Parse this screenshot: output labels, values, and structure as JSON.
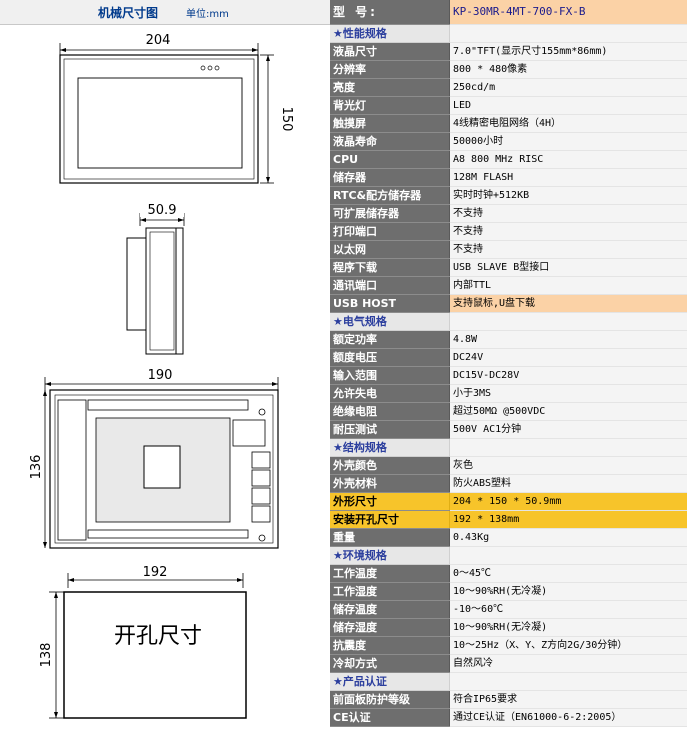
{
  "drawing": {
    "title": "机械尺寸图",
    "unit": "单位:mm",
    "front_width": "204",
    "front_height": "150",
    "side_depth": "50.9",
    "back_width": "190",
    "back_height": "136",
    "cutout_width": "192",
    "cutout_height": "138",
    "cutout_label": "开孔尺寸"
  },
  "specs": [
    {
      "type": "model",
      "label": "型  号:",
      "value": "KP-30MR-4MT-700-FX-B"
    },
    {
      "type": "section",
      "label": "性能规格"
    },
    {
      "label": "液晶尺寸",
      "value": "7.0\"TFT(显示尺寸155mm*86mm)"
    },
    {
      "label": "分辨率",
      "value": "800 * 480像素"
    },
    {
      "label": "亮度",
      "value": "250cd/m"
    },
    {
      "label": "背光灯",
      "value": "LED"
    },
    {
      "label": "触摸屏",
      "value": "4线精密电阻网络（4H）"
    },
    {
      "label": "液晶寿命",
      "value": "50000小时"
    },
    {
      "label": "CPU",
      "value": "A8 800 MHz RISC"
    },
    {
      "label": "储存器",
      "value": "128M FLASH"
    },
    {
      "label": "RTC&配方储存器",
      "value": "实时时钟+512KB"
    },
    {
      "label": "可扩展储存器",
      "value": "不支持"
    },
    {
      "label": "打印端口",
      "value": "不支持"
    },
    {
      "label": "以太网",
      "value": "不支持"
    },
    {
      "label": "程序下载",
      "value": "USB SLAVE B型接口"
    },
    {
      "label": "通讯端口",
      "value": "内部TTL"
    },
    {
      "type": "hl-orange",
      "label": "USB HOST",
      "value": "支持鼠标,U盘下载"
    },
    {
      "type": "section",
      "label": "电气规格"
    },
    {
      "label": "额定功率",
      "value": "4.8W"
    },
    {
      "label": "额度电压",
      "value": "DC24V"
    },
    {
      "label": "输入范围",
      "value": "DC15V-DC28V"
    },
    {
      "label": "允许失电",
      "value": "小于3MS"
    },
    {
      "label": "绝缘电阻",
      "value": "超过50MΩ @500VDC"
    },
    {
      "label": "耐压测试",
      "value": "500V AC1分钟"
    },
    {
      "type": "section",
      "label": "结构规格"
    },
    {
      "label": "外壳颜色",
      "value": "灰色"
    },
    {
      "label": "外壳材料",
      "value": "防火ABS塑料"
    },
    {
      "type": "hl-yellow",
      "label": "外形尺寸",
      "value": "204 * 150 * 50.9mm"
    },
    {
      "type": "hl-yellow",
      "label": "安装开孔尺寸",
      "value": "192 * 138mm"
    },
    {
      "label": "重量",
      "value": "0.43Kg"
    },
    {
      "type": "section",
      "label": "环境规格"
    },
    {
      "label": "工作温度",
      "value": "0～45℃"
    },
    {
      "label": "工作湿度",
      "value": "10～90%RH(无冷凝)"
    },
    {
      "label": "储存温度",
      "value": "-10～60℃"
    },
    {
      "label": "储存湿度",
      "value": "10～90%RH(无冷凝)"
    },
    {
      "label": "抗震度",
      "value": "10～25Hz（X、Y、Z方向2G/30分钟）"
    },
    {
      "label": "冷却方式",
      "value": "自然风冷"
    },
    {
      "type": "section",
      "label": "产品认证"
    },
    {
      "label": "前面板防护等级",
      "value": "符合IP65要求"
    },
    {
      "label": "CE认证",
      "value": "通过CE认证（EN61000-6-2:2005）"
    }
  ],
  "icons": {
    "section_marker": "star-icon"
  },
  "colors": {
    "label_bg": "#6e6e6e",
    "section_text": "#2c3f9e",
    "highlight_orange": "#fbd2a6",
    "highlight_yellow": "#f7c42a"
  }
}
